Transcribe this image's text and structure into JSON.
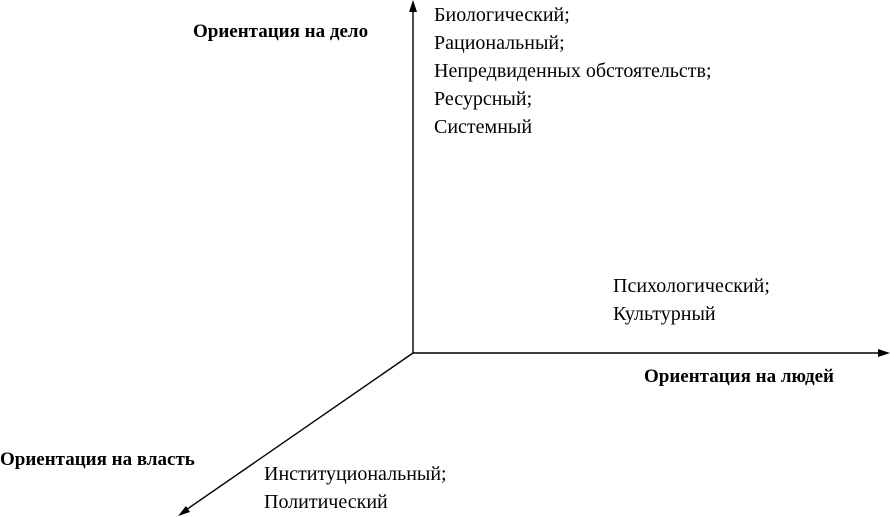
{
  "axes": {
    "vertical": "Ориентация на дело",
    "horizontal": "Ориентация на людей",
    "diagonal": "Ориентация на власть"
  },
  "groups": {
    "task": [
      "Биологический;",
      "Рациональный;",
      "Непредвиденных обстоятельств;",
      "Ресурсный;",
      "Системный"
    ],
    "people": [
      "Психологический;",
      "Культурный"
    ],
    "power": [
      "Институциональный;",
      "Политический"
    ]
  },
  "colors": {
    "ink": "#000000",
    "background": "#ffffff"
  }
}
